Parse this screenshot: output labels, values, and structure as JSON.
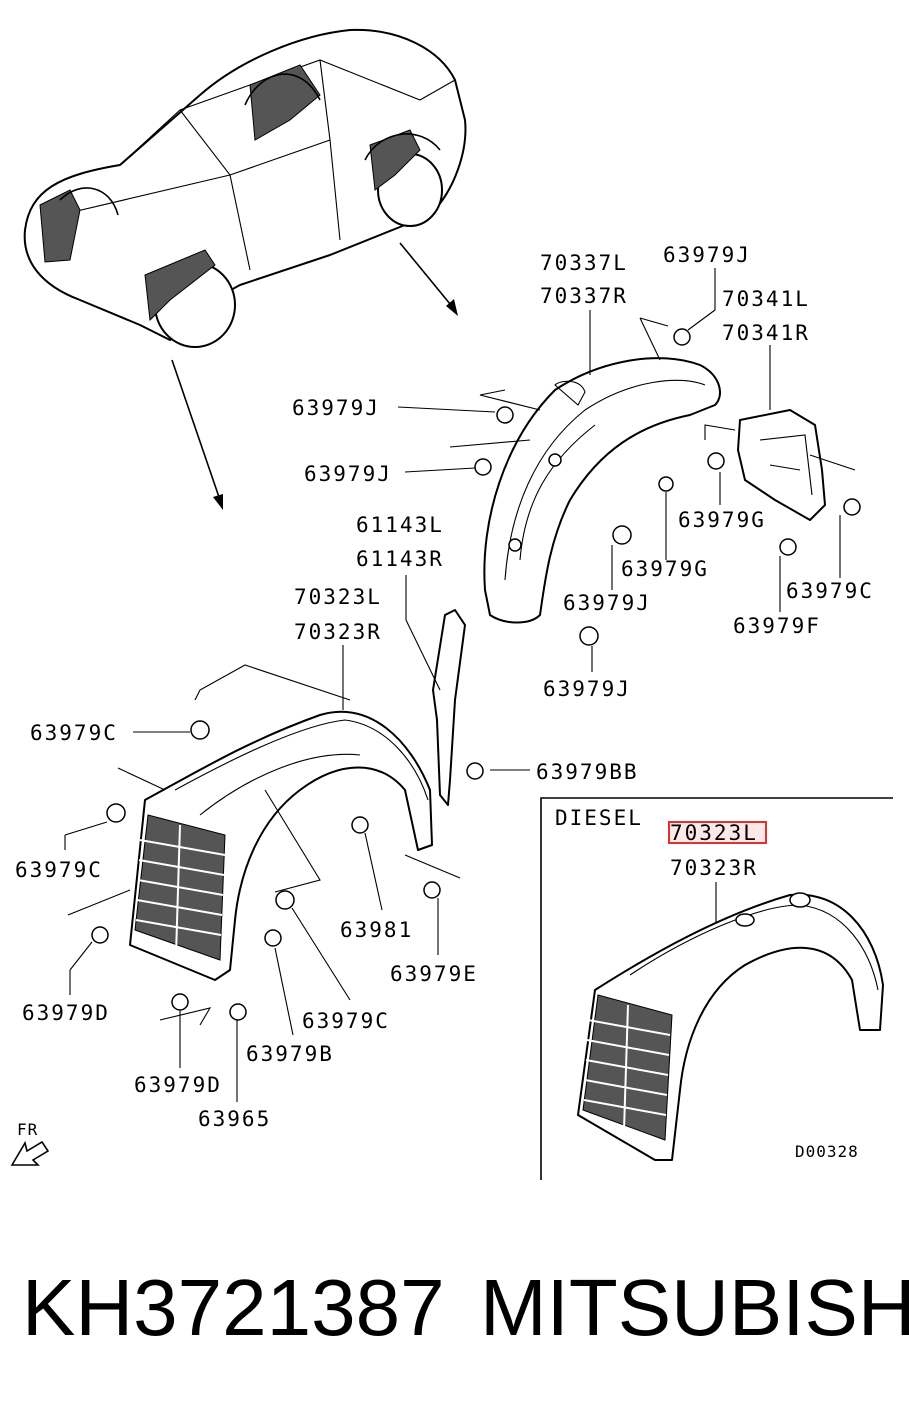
{
  "labels": {
    "l70337l": "70337L",
    "l70337r": "70337R",
    "l63979j_top": "63979J",
    "l70341l": "70341L",
    "l70341r": "70341R",
    "l63979j_a": "63979J",
    "l63979j_b": "63979J",
    "l63979g_a": "63979G",
    "l63979g_b": "63979G",
    "l63979j_c": "63979J",
    "l63979c_r": "63979C",
    "l63979f": "63979F",
    "l63979j_d": "63979J",
    "l61143l": "61143L",
    "l61143r": "61143R",
    "l70323l": "70323L",
    "l70323r": "70323R",
    "l63979c_a": "63979C",
    "l63979bb": "63979BB",
    "l63979c_b": "63979C",
    "l63981": "63981",
    "l63979e": "63979E",
    "l63979d_a": "63979D",
    "l63979c_c": "63979C",
    "l63979b": "63979B",
    "l63979d_b": "63979D",
    "l63965": "63965",
    "fr": "FR"
  },
  "diesel_box": {
    "title": "DIESEL",
    "l70323l": "70323L",
    "l70323r": "70323R",
    "code": "D00328"
  },
  "footer": {
    "part_number": "KH3721387",
    "brand": "MITSUBISHI"
  },
  "colors": {
    "highlight_box": "#e03030"
  }
}
